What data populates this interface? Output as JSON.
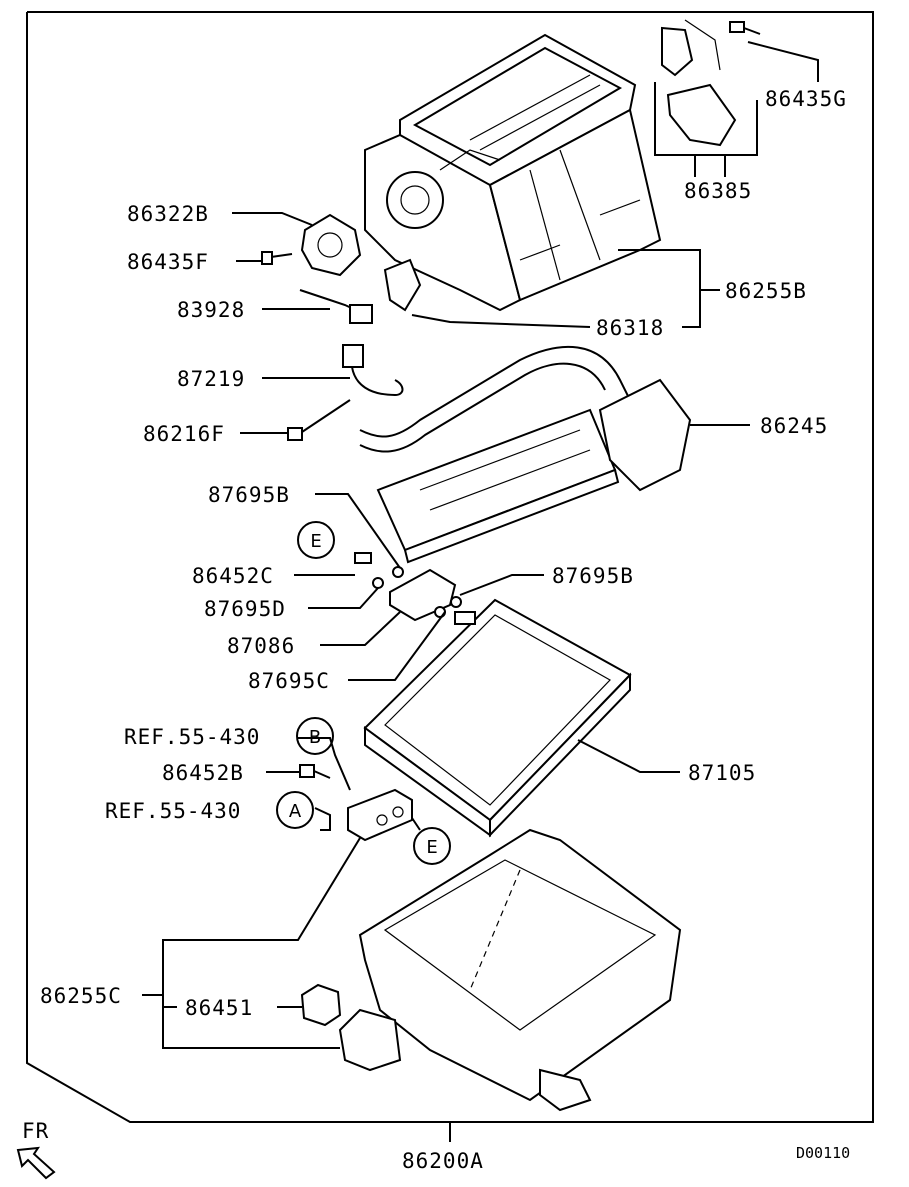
{
  "labels": {
    "l86435G": "86435G",
    "l86385": "86385",
    "l86322B": "86322B",
    "l86435F": "86435F",
    "l86255B": "86255B",
    "l83928": "83928",
    "l86318": "86318",
    "l87219": "87219",
    "l86245": "86245",
    "l86216F": "86216F",
    "l87695B_a": "87695B",
    "l86452C": "86452C",
    "l87695B_b": "87695B",
    "l87695D": "87695D",
    "l87086": "87086",
    "l87695C": "87695C",
    "lRef_a": "REF.55-430",
    "l86452B": "86452B",
    "lRef_b": "REF.55-430",
    "l87105": "87105",
    "l86255C": "86255C",
    "l86451": "86451",
    "l86200A": "86200A",
    "fr": "FR",
    "code": "D00110"
  },
  "circles": {
    "E1": "E",
    "B": "B",
    "A": "A",
    "E2": "E"
  }
}
